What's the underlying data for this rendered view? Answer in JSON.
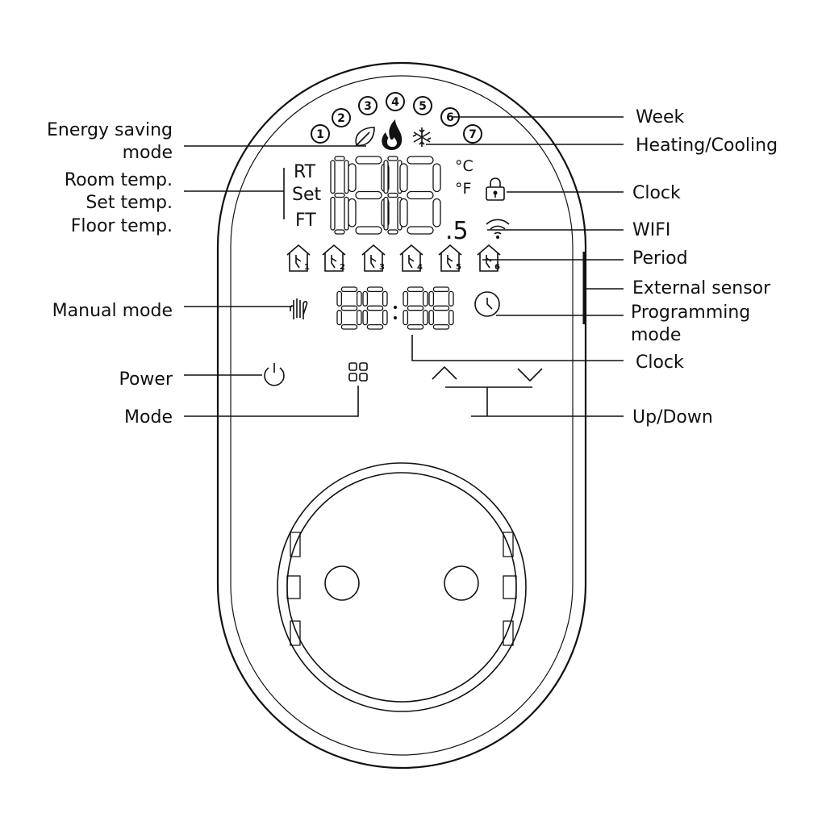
{
  "callouts": {
    "energy_saving_line1": "Energy saving",
    "energy_saving_line2": "mode",
    "room_temp": "Room temp.",
    "set_temp": "Set temp.",
    "floor_temp": "Floor temp.",
    "manual_mode": "Manual mode",
    "power": "Power",
    "mode": "Mode",
    "week": "Week",
    "heating_cooling": "Heating/Cooling",
    "clock_lock": "Clock",
    "wifi": "WIFI",
    "period": "Period",
    "external_sensor": "External sensor",
    "programming_mode_line1": "Programming",
    "programming_mode_line2": "mode",
    "clock": "Clock",
    "up_down": "Up/Down"
  },
  "display": {
    "week_days": [
      "1",
      "2",
      "3",
      "4",
      "5",
      "6",
      "7"
    ],
    "rt_label": "RT",
    "set_label": "Set",
    "ft_label": "FT",
    "unit_c": "°C",
    "unit_f": "°F",
    "decimal_digit": ".5",
    "period_numbers": [
      "1",
      "2",
      "3",
      "4",
      "5",
      "6"
    ]
  },
  "icons": {
    "leaf": "leaf-icon",
    "flame": "flame-icon",
    "snowflake": "snowflake-icon",
    "lock": "lock-icon",
    "wifi": "wifi-icon",
    "hand": "hand-icon",
    "clock": "clock-icon",
    "power": "power-icon",
    "mode": "mode-icon",
    "up": "up-arrow-icon",
    "down": "down-arrow-icon"
  }
}
